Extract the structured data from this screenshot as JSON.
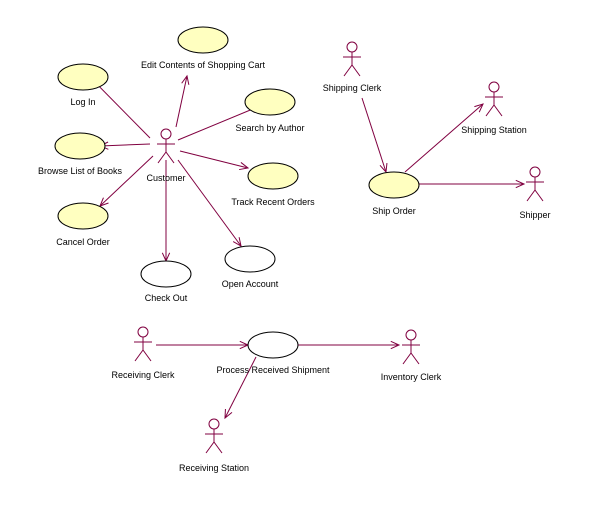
{
  "diagram": {
    "type": "uml-use-case",
    "colors": {
      "line": "#800040",
      "usecase_fill": "#ffffc0",
      "usecase_fill_plain": "#ffffff",
      "outline": "#000000",
      "text": "#000000",
      "background": "#ffffff"
    },
    "actors": [
      {
        "id": "customer",
        "label": "Customer"
      },
      {
        "id": "shipping-clerk",
        "label": "Shipping Clerk"
      },
      {
        "id": "shipping-station",
        "label": "Shipping Station"
      },
      {
        "id": "shipper",
        "label": "Shipper"
      },
      {
        "id": "receiving-clerk",
        "label": "Receiving Clerk"
      },
      {
        "id": "inventory-clerk",
        "label": "Inventory Clerk"
      },
      {
        "id": "receiving-station",
        "label": "Receiving Station"
      }
    ],
    "use_cases": [
      {
        "id": "log-in",
        "label": "Log In",
        "filled": true
      },
      {
        "id": "edit-cart",
        "label": "Edit Contents of Shopping Cart",
        "filled": true
      },
      {
        "id": "search-author",
        "label": "Search by Author",
        "filled": true
      },
      {
        "id": "browse-books",
        "label": "Browse List of Books",
        "filled": true
      },
      {
        "id": "track-orders",
        "label": "Track Recent Orders",
        "filled": true
      },
      {
        "id": "cancel-order",
        "label": "Cancel Order",
        "filled": true
      },
      {
        "id": "check-out",
        "label": "Check Out",
        "filled": false
      },
      {
        "id": "open-account",
        "label": "Open Account",
        "filled": false
      },
      {
        "id": "ship-order",
        "label": "Ship Order",
        "filled": true
      },
      {
        "id": "process-shipment",
        "label": "Process Received Shipment",
        "filled": false
      }
    ],
    "associations": [
      {
        "from": "customer",
        "to": "log-in"
      },
      {
        "from": "customer",
        "to": "edit-cart"
      },
      {
        "from": "customer",
        "to": "search-author"
      },
      {
        "from": "customer",
        "to": "browse-books"
      },
      {
        "from": "customer",
        "to": "track-orders"
      },
      {
        "from": "customer",
        "to": "cancel-order"
      },
      {
        "from": "customer",
        "to": "check-out"
      },
      {
        "from": "customer",
        "to": "open-account"
      },
      {
        "from": "shipping-clerk",
        "to": "ship-order"
      },
      {
        "from": "ship-order",
        "to": "shipping-station"
      },
      {
        "from": "ship-order",
        "to": "shipper"
      },
      {
        "from": "receiving-clerk",
        "to": "process-shipment"
      },
      {
        "from": "process-shipment",
        "to": "inventory-clerk"
      },
      {
        "from": "process-shipment",
        "to": "receiving-station"
      }
    ]
  }
}
